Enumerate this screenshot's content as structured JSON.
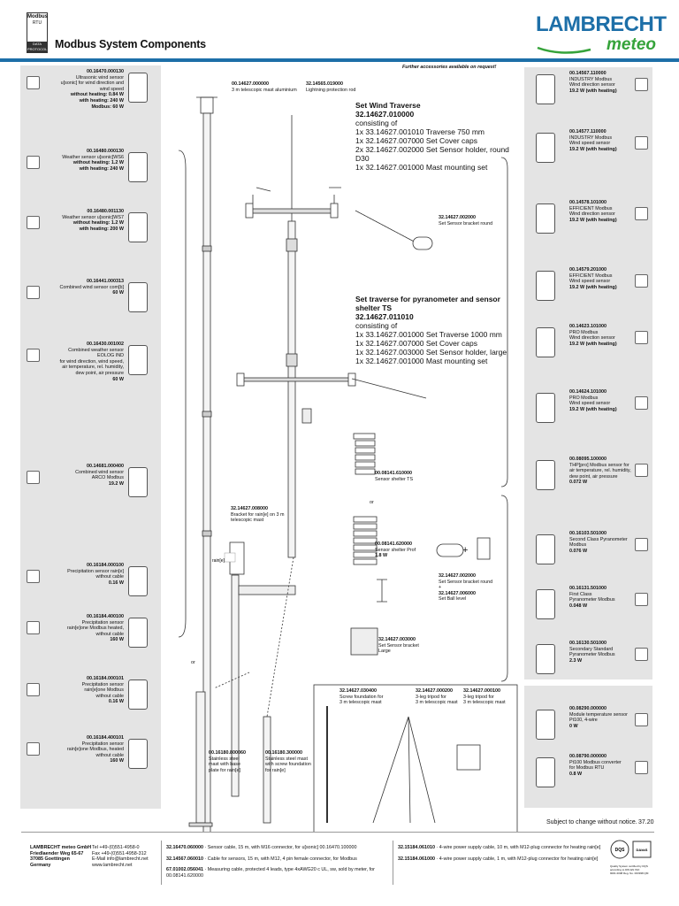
{
  "header": {
    "logo_top": "Modbus",
    "logo_mid": "RTU",
    "logo_bottom": "DATA PROTOCOL",
    "title": "Modbus System Components",
    "brand_main": "LAMBRECHT",
    "brand_sub": "meteo",
    "note": "Further accessories available on request!"
  },
  "left_items": [
    {
      "code": "00.16470.000130",
      "lines": [
        "Ultrasonic wind sensor",
        "u[sonic] for wind direction and",
        "wind speed"
      ],
      "bold": [
        "without heating: 0.84 W",
        "with heating: 240 W",
        "Modbus: 60 W"
      ]
    },
    {
      "code": "00.16480.000130",
      "lines": [
        "Weather sensor u[sonic]WS6"
      ],
      "bold": [
        "without heating: 1.2 W",
        "with heating: 240 W"
      ]
    },
    {
      "code": "00.16480.001130",
      "lines": [
        "Weather sensor u[sonic]WS7"
      ],
      "bold": [
        "without heating: 1.2 W",
        "with heating: 200 W"
      ]
    },
    {
      "code": "00.16441.000313",
      "lines": [
        "Combined wind sensor com[b]"
      ],
      "bold": [
        "60 W"
      ]
    },
    {
      "code": "00.16430.001002",
      "lines": [
        "Combined weather sensor",
        "EOLOG IND",
        "for wind direction, wind speed,",
        "air temperature, rel. humidity,",
        "dew point, air pressure"
      ],
      "bold": [
        "60 W"
      ]
    },
    {
      "code": "00.14681.000400",
      "lines": [
        "Combined wind sensor",
        "ARCO Modbus"
      ],
      "bold": [
        "19.2 W"
      ]
    },
    {
      "code": "00.16184.000100",
      "lines": [
        "Precipitation sensor rain[e]",
        "without cable"
      ],
      "bold": [
        "0.16 W"
      ]
    },
    {
      "code": "00.16184.400100",
      "lines": [
        "Precipitation sensor",
        "rain[e]one Modbus heated,",
        "without cable"
      ],
      "bold": [
        "160 W"
      ]
    },
    {
      "code": "00.16184.000101",
      "lines": [
        "Precipitation sensor",
        "rain[e]one Modbus",
        "without cable"
      ],
      "bold": [
        "0.16 W"
      ]
    },
    {
      "code": "00.16184.400101",
      "lines": [
        "Precipitation sensor",
        "rain[e]one Modbus, heated",
        "without cable"
      ],
      "bold": [
        "160 W"
      ]
    }
  ],
  "right_items": [
    {
      "code": "00.14567.110000",
      "lines": [
        "INDUSTRY Modbus",
        "Wind direction sensor"
      ],
      "bold": [
        "19.2 W (with heating)"
      ]
    },
    {
      "code": "00.14577.110000",
      "lines": [
        "INDUSTRY Modbus",
        "Wind speed sensor"
      ],
      "bold": [
        "19.2 W (with heating)"
      ]
    },
    {
      "code": "00.14578.101000",
      "lines": [
        "EFFICIENT Modbus",
        "Wind direction sensor"
      ],
      "bold": [
        "19.2 W (with heating)"
      ]
    },
    {
      "code": "00.14579.201000",
      "lines": [
        "EFFICIENT Modbus",
        "Wind speed sensor"
      ],
      "bold": [
        "19.2 W (with heating)"
      ]
    },
    {
      "code": "00.14623.101000",
      "lines": [
        "PRO Modbus",
        "Wind direction sensor"
      ],
      "bold": [
        "19.2 W (with heating)"
      ]
    },
    {
      "code": "00.14624.101000",
      "lines": [
        "PRO Modbus",
        "Wind speed sensor"
      ],
      "bold": [
        "19.2 W (with heating)"
      ]
    },
    {
      "code": "00.08095.100000",
      "lines": [
        "THP[pro] Modbus sensor for",
        "air temperature, rel. humidity,",
        "dew point, air pressure"
      ],
      "bold": [
        "0.072 W"
      ]
    },
    {
      "code": "00.16103.501000",
      "lines": [
        "Second Class Pyranometer",
        "Modbus"
      ],
      "bold": [
        "0.076 W"
      ]
    },
    {
      "code": "00.16131.501000",
      "lines": [
        "First Class",
        "Pyranometer Modbus"
      ],
      "bold": [
        "0.048 W"
      ]
    },
    {
      "code": "00.16130.501000",
      "lines": [
        "Secondary Standard",
        "Pyranometer Modbus"
      ],
      "bold": [
        "2.3 W"
      ]
    },
    {
      "code": "00.08290.000000",
      "lines": [
        "Module temperature sensor",
        "Pt100, 4-wire"
      ],
      "bold": [
        "0 W"
      ]
    },
    {
      "code": "00.08790.000000",
      "lines": [
        "Pt100 Modbus converter",
        "for Modbus RTU"
      ],
      "bold": [
        "0.8 W"
      ]
    }
  ],
  "center": {
    "mast_code": "00.14627.000000",
    "mast_desc": "3 m telescopic mast aluminium",
    "rod_code": "32.14565.019000",
    "rod_desc": "Lightning protection rod",
    "traverse_title": "Set Wind Traverse",
    "traverse_code": "32.14627.010000",
    "traverse_consisting": "consisting of",
    "traverse_lines": [
      "1x 33.14627.001010 Traverse 750 mm",
      "1x 32.14627.007000 Set Cover caps",
      "2x 32.14627.002000 Set Sensor holder, round D30",
      "1x 32.14627.001000 Mast mounting set"
    ],
    "bracket_round_code": "32.14627.002000",
    "bracket_round_desc": "Set Sensor bracket round",
    "pyr_title": "Set traverse for pyranometer and sensor shelter TS",
    "pyr_code": "32.14627.011010",
    "pyr_consisting": "consisting of",
    "pyr_lines": [
      "1x 33.14627.001000 Set Traverse 1000 mm",
      "1x 32.14627.007000 Set Cover caps",
      "1x 32.14627.003000 Set Sensor holder, large",
      "1x 32.14627.001000 Mast mounting set"
    ],
    "shelter_ts_code": "00.08141.610000",
    "shelter_ts_desc": "Sensor shelter TS",
    "or1": "or",
    "shelter_prof_code": "00.08141.620000",
    "shelter_prof_desc1": "Sensor shelter Prof",
    "shelter_prof_desc2": "1.8 W",
    "rain_bracket_code": "32.14627.008000",
    "rain_bracket_desc1": "Bracket for rain[e] on 3 m",
    "rain_bracket_desc2": "telescopic mast",
    "combo_code1": "32.14627.002000",
    "combo_desc1": "Set Sensor bracket round",
    "combo_plus": "+",
    "combo_code2": "32.14627.006000",
    "combo_desc2": "Set Ball level",
    "plus_sign": "+",
    "large_bracket_code": "32.14627.003000",
    "large_bracket_desc1": "Set Sensor bracket",
    "large_bracket_desc2": "Large",
    "or2": "or",
    "steel_base_code": "00.16180.800060",
    "steel_base_desc": [
      "Stainless steel",
      "mast with base",
      "plate for rain[e]"
    ],
    "steel_screw_code": "00.16180.300000",
    "steel_screw_desc": [
      "Stainless steel mast",
      "with screw foundation",
      "for rain[e]"
    ],
    "screw_code": "32.14627.030400",
    "screw_desc": [
      "Screw foundation for",
      "3 m telescopic mast"
    ],
    "tripod_code": "32.14627.000200",
    "tripod_desc": [
      "3-leg tripod for",
      "3 m telescopic mast"
    ],
    "tripod2_code": "32.14627.000100",
    "tripod2_desc": [
      "3-leg tripod for",
      "3 m telescopic mast"
    ],
    "rain_label": "rain[e]"
  },
  "footer": {
    "change_notice": "Subject to change without notice.",
    "page_no": "37.20",
    "company": [
      "LAMBRECHT meteo GmbH",
      "Friedlaender Weg 65-67",
      "37085 Goettingen",
      "Germany"
    ],
    "contact": [
      "Tel +49-(0)551-4958-0",
      "Fax +49-(0)551-4958-312",
      "E-Mail info@lambrecht.net",
      "www.lambrecht.net"
    ],
    "cables_mid": [
      {
        "code": "32.16470.060000",
        "text": " · Sensor cable, 15 m, with M16 connector, for u[sonic] 00.16470.100000"
      },
      {
        "code": "32.14567.060010",
        "text": " · Cable for sensors, 15 m, with M12, 4 pin female connector, for Modbus"
      },
      {
        "code": "67.01002.056041",
        "text": " · Measuring cable, protected 4 leads, type 4xAWG20 c UL, sw, sold by meter, for   00.08141.620000"
      }
    ],
    "cables_right": [
      {
        "code": "32.15184.061010",
        "text": " · 4-wire power supply cable, 10 m, with M12-plug connector for heating rain[e]"
      },
      {
        "code": "32.15184.061000",
        "text": " · 4-wire power supply cable, 1 m, with M12-plug connector for heating rain[e]"
      }
    ],
    "cert_text": "Quality System certified by DQS according to DIN EN ISO 9001:2008 Reg. No. 003938 QM",
    "cert_dq": "DQS",
    "cert_nw": "DAkkS"
  },
  "colors": {
    "brand_blue": "#1d6fa8",
    "brand_green": "#35a33a",
    "panel_gray": "#e4e4e4"
  }
}
